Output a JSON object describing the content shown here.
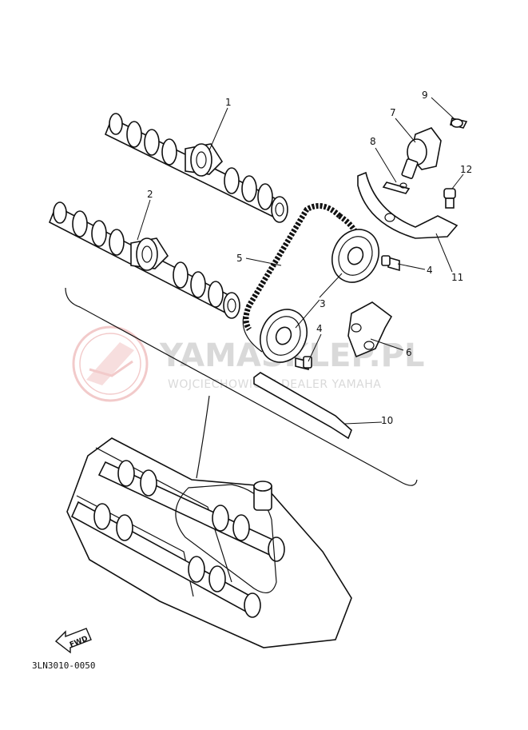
{
  "watermark": {
    "brand": "YAMASKLEP.PL",
    "subtitle": "WOJCIECHOWICZ | DEALER YAMAHA",
    "logo_color": "#e8a0a0",
    "text_color": "#d9d9d9"
  },
  "callouts": {
    "p1": "1",
    "p2": "2",
    "p3": "3",
    "p4a": "4",
    "p4b": "4",
    "p5": "5",
    "p6": "6",
    "p7": "7",
    "p8": "8",
    "p9": "9",
    "p10": "10",
    "p11": "11",
    "p12": "12"
  },
  "fwd_label": "FWD",
  "diagram_code": "3LN3010-0050"
}
